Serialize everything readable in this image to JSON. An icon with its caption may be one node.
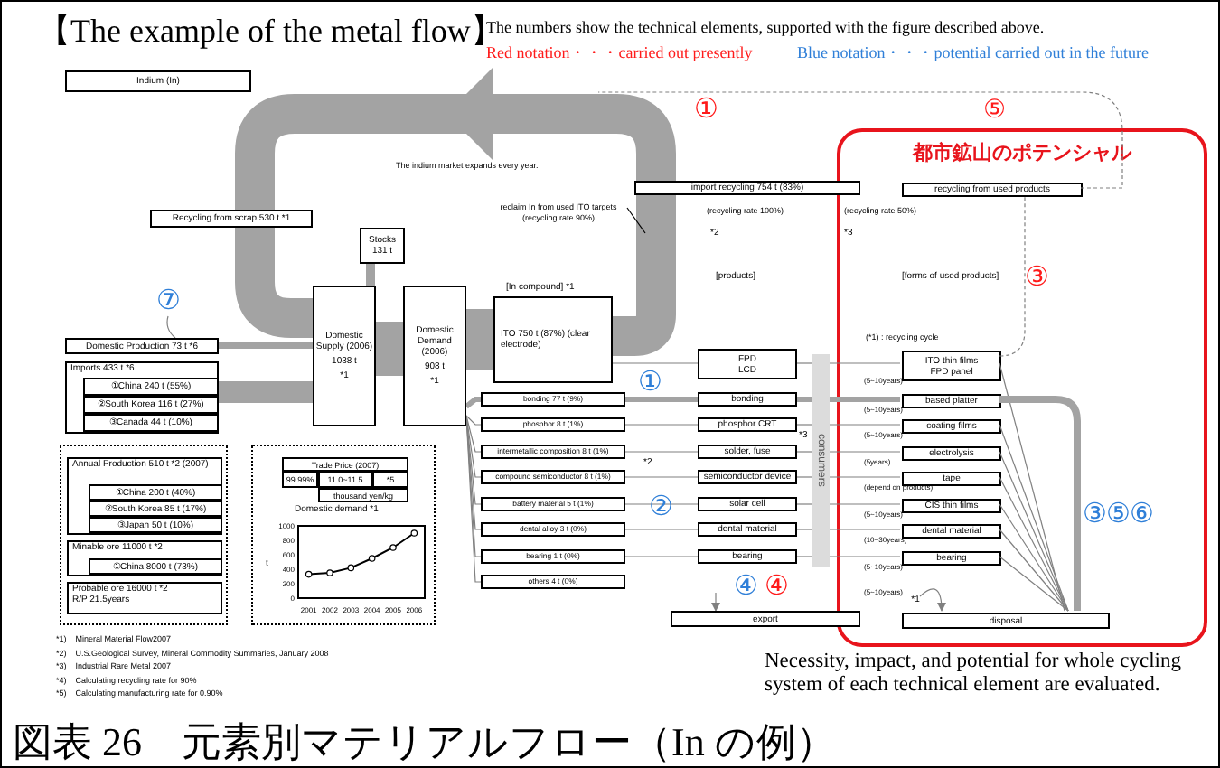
{
  "diagram": {
    "title": "【The example of the metal flow】",
    "caption": "図表 26　元素別マテリアルフロー（In の例）",
    "nodes": [
      {
        "text": [
          "Indium (In)"
        ]
      },
      {
        "text": [
          "Recycling from scrap 530 t *1"
        ]
      },
      {
        "text": [
          "Stocks 131 t"
        ]
      },
      {
        "text": [
          "Domestic Supply (2006)",
          "1038 t",
          "*1"
        ]
      },
      {
        "text": [
          "Domestic Demand (2006)",
          "908 t",
          "*1"
        ]
      },
      {
        "text": [
          "Domestic Production 73 t *6"
        ]
      },
      {
        "text": [
          "Imports 433 t *6"
        ]
      },
      {
        "text": [
          "①China 240 t (55%)"
        ],
        "in": 6
      },
      {
        "text": [
          "②South Korea 116 t (27%)"
        ],
        "in": 6
      },
      {
        "text": [
          "③Canada 44 t (10%)"
        ],
        "in": 6
      },
      {
        "text": [
          "⑦"
        ]
      },
      {
        "text": [
          "Annual Production 510 t *2 (2007)"
        ]
      },
      {
        "text": [
          "①China 200 t (40%)"
        ],
        "in": 11
      },
      {
        "text": [
          "②South Korea 85 t (17%)"
        ],
        "in": 11
      },
      {
        "text": [
          "③Japan 50 t (10%)"
        ],
        "in": 11
      },
      {
        "text": [
          "Minable ore 11000 t *2"
        ]
      },
      {
        "text": [
          "①China 8000 t (73%)"
        ],
        "in": 15
      },
      {
        "text": [
          "Probable ore 16000 t *2",
          "R/P 21.5years"
        ]
      },
      {
        "text": [
          "[In compound] *1",
          "ITO 750 t (87%) (clear electrode)"
        ]
      },
      {
        "text": [
          "bonding 77 t (9%)"
        ]
      },
      {
        "text": [
          "phosphor 8 t (1%)"
        ]
      },
      {
        "text": [
          "intermetallic composition 8 t (1%)"
        ]
      },
      {
        "text": [
          "compound semiconductor 8 t (1%)"
        ]
      },
      {
        "text": [
          "battery material 5 t (1%)"
        ]
      },
      {
        "text": [
          "dental alloy 3 t (0%)"
        ]
      },
      {
        "text": [
          "bearing 1 t (0%)"
        ]
      },
      {
        "text": [
          "others 4 t (0%)"
        ]
      },
      {
        "text": [
          "FPD",
          "LCD"
        ]
      },
      {
        "text": [
          "bonding"
        ]
      },
      {
        "text": [
          "phosphor CRT"
        ]
      },
      {
        "text": [
          "solder, fuse"
        ]
      },
      {
        "text": [
          "semiconductor device"
        ]
      },
      {
        "text": [
          "solar cell"
        ]
      },
      {
        "text": [
          "dental material"
        ]
      },
      {
        "text": [
          "bearing"
        ]
      },
      {
        "text": [
          "consumers"
        ]
      },
      {
        "text": [
          "都市鉱山のポテンシャル"
        ]
      },
      {
        "text": [
          "recycling from used products"
        ],
        "in": 36
      },
      {
        "text": [
          "ITO thin films",
          "FPD panel"
        ],
        "in": 36
      },
      {
        "text": [
          "based platter"
        ],
        "in": 36
      },
      {
        "text": [
          "coating films"
        ],
        "in": 36
      },
      {
        "text": [
          "electrolysis"
        ],
        "in": 36
      },
      {
        "text": [
          "tape"
        ],
        "in": 36
      },
      {
        "text": [
          "CIS thin films"
        ],
        "in": 36
      },
      {
        "text": [
          "dental material"
        ],
        "in": 36
      },
      {
        "text": [
          "bearing"
        ],
        "in": 36
      },
      {
        "text": [
          "disposal"
        ],
        "in": 36
      },
      {
        "text": [
          "import recycling 754 t (83%)"
        ]
      },
      {
        "text": [
          "export"
        ]
      },
      {
        "text": [
          "reclaim In from used ITO targets (recycling rate 90%)"
        ]
      },
      {
        "text": [
          "*1"
        ],
        "in": 36
      }
    ],
    "edges": [
      {
        "from": 18,
        "to": 3,
        "arrow": "to",
        "style": "thick"
      },
      {
        "from": 5,
        "to": 3,
        "arrow": "none",
        "style": "thick"
      },
      {
        "from": 6,
        "to": 3,
        "arrow": "none",
        "style": "thick"
      },
      {
        "from": 2,
        "to": 3,
        "arrow": "none",
        "style": "thick"
      },
      {
        "from": 3,
        "to": 4,
        "arrow": "none",
        "style": "thick"
      },
      {
        "from": 4,
        "to": 18,
        "arrow": "none",
        "style": "thick"
      },
      {
        "from": 4,
        "to": 19,
        "arrow": "none",
        "style": "thick"
      },
      {
        "from": 4,
        "to": 20,
        "arrow": "none"
      },
      {
        "from": 4,
        "to": 21,
        "arrow": "none"
      },
      {
        "from": 4,
        "to": 22,
        "arrow": "none"
      },
      {
        "from": 4,
        "to": 23,
        "arrow": "none"
      },
      {
        "from": 4,
        "to": 24,
        "arrow": "none"
      },
      {
        "from": 4,
        "to": 25,
        "arrow": "none"
      },
      {
        "from": 4,
        "to": 26,
        "arrow": "none"
      },
      {
        "from": 18,
        "to": 27,
        "arrow": "none"
      },
      {
        "from": 19,
        "to": 28,
        "arrow": "none",
        "style": "thick"
      },
      {
        "from": 20,
        "to": 29,
        "arrow": "none"
      },
      {
        "from": 21,
        "to": 30,
        "arrow": "none"
      },
      {
        "from": 22,
        "to": 31,
        "arrow": "none"
      },
      {
        "from": 23,
        "to": 32,
        "arrow": "none"
      },
      {
        "from": 24,
        "to": 33,
        "arrow": "none"
      },
      {
        "from": 25,
        "to": 34,
        "arrow": "none"
      },
      {
        "from": 27,
        "to": 35,
        "arrow": "none"
      },
      {
        "from": 28,
        "to": 35,
        "arrow": "none",
        "style": "thick"
      },
      {
        "from": 29,
        "to": 35,
        "arrow": "none"
      },
      {
        "from": 30,
        "to": 35,
        "arrow": "none"
      },
      {
        "from": 31,
        "to": 35,
        "arrow": "none"
      },
      {
        "from": 32,
        "to": 35,
        "arrow": "none"
      },
      {
        "from": 33,
        "to": 35,
        "arrow": "none"
      },
      {
        "from": 34,
        "to": 35,
        "arrow": "none"
      },
      {
        "from": 35,
        "to": 38,
        "arrow": "none"
      },
      {
        "from": 35,
        "to": 39,
        "arrow": "none",
        "style": "thick"
      },
      {
        "from": 35,
        "to": 40,
        "arrow": "none"
      },
      {
        "from": 35,
        "to": 41,
        "arrow": "none"
      },
      {
        "from": 35,
        "to": 42,
        "arrow": "none"
      },
      {
        "from": 35,
        "to": 43,
        "arrow": "none"
      },
      {
        "from": 35,
        "to": 44,
        "arrow": "none"
      },
      {
        "from": 35,
        "to": 45,
        "arrow": "none"
      },
      {
        "from": 38,
        "to": 46,
        "arrow": "none"
      },
      {
        "from": 39,
        "to": 46,
        "arrow": "none",
        "style": "thick"
      },
      {
        "from": 40,
        "to": 46,
        "arrow": "none"
      },
      {
        "from": 41,
        "to": 46,
        "arrow": "none"
      },
      {
        "from": 42,
        "to": 46,
        "arrow": "none"
      },
      {
        "from": 43,
        "to": 46,
        "arrow": "none"
      },
      {
        "from": 44,
        "to": 46,
        "arrow": "none"
      },
      {
        "from": 45,
        "to": 46,
        "arrow": "none"
      },
      {
        "from": 38,
        "to": 37,
        "arrow": "none",
        "style": "dashed"
      },
      {
        "from": 37,
        "to": null,
        "arrow": "none",
        "style": "dashed"
      },
      {
        "from": null,
        "to": 48,
        "arrow": "to"
      },
      {
        "from": 50,
        "to": 46,
        "arrow": "to"
      },
      {
        "from": 10,
        "to": 5,
        "arrow": "none"
      },
      {
        "from": 49,
        "to": null,
        "arrow": "none",
        "color": "#000000"
      }
    ],
    "labels": [
      "The numbers  show the technical elements, supported with the figure described above.",
      "Red notation・・・carried out presently",
      "Blue notation・・・potential carried out in the future",
      "①",
      "⑤",
      "The indium market expands every year.",
      "(recycling rate 100%)",
      "(recycling rate 50%)",
      "*2",
      "*3",
      "③",
      "[products]",
      "[forms of used products]",
      "(*1) : recycling cycle",
      "①",
      "(5~10years)",
      "(5~10years)",
      "(5~10years)",
      "(5years)",
      "(depend on products)",
      "(5~10years)",
      "(10~30years)",
      "(5~10years)",
      "(5~10years)",
      "*3",
      "*2",
      "②",
      "④",
      "④",
      "③⑤⑥",
      "Trade Price (2007)",
      "99.99%",
      "11.0~11.5",
      "*5",
      "thousand yen/kg",
      "*1)　Mineral Material Flow2007",
      "*2)　U.S.Geological Survey, Mineral Commodity Summaries, January 2008",
      "*3)　Industrial Rare Metal 2007",
      "*4)　Calculating recycling rate for 90%",
      "*5)　Calculating manufacturing rate for 0.90%",
      "Necessity, impact, and potential  for whole cycling system  of each technical element are evaluated."
    ],
    "chart_data": {
      "type": "line",
      "title": "Domestic demand *1",
      "ylabel": "t",
      "categories": [
        "2001",
        "2002",
        "2003",
        "2004",
        "2005",
        "2006"
      ],
      "series": [
        {
          "color": "#000000",
          "marker": "circle",
          "values": [
            330,
            350,
            420,
            550,
            700,
            900
          ]
        }
      ],
      "ylim": [
        0,
        1000
      ],
      "yticks": [
        0,
        200,
        400,
        600,
        800,
        1000
      ]
    }
  }
}
